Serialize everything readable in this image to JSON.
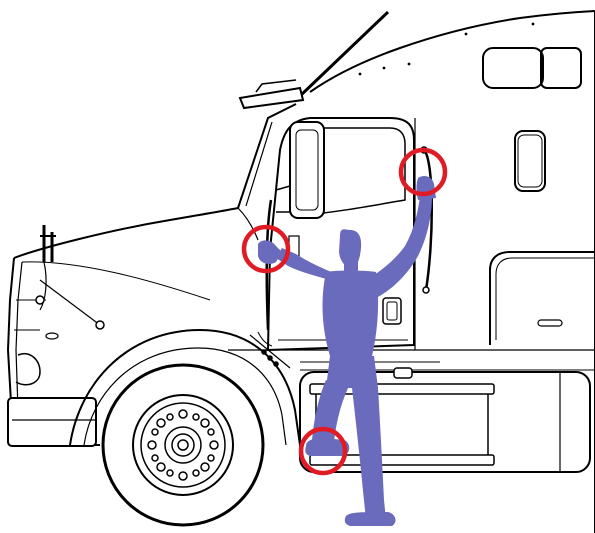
{
  "diagram": {
    "subject": "semi-truck-cab-three-points-of-contact",
    "colors": {
      "outline": "#000000",
      "figure": "#6b6bbd",
      "highlight": "#e01b24",
      "background": "#ffffff"
    },
    "contact_points": [
      {
        "id": "left-hand-grab-handle"
      },
      {
        "id": "right-hand-grab-handle"
      },
      {
        "id": "left-foot-step"
      }
    ]
  }
}
